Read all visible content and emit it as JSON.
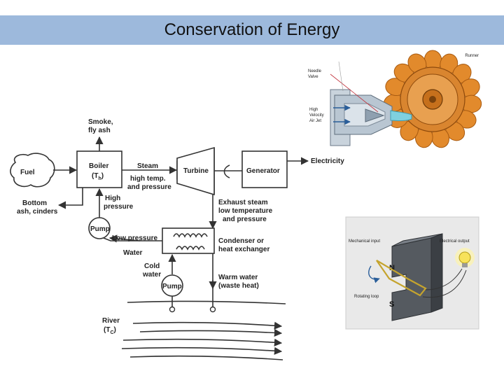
{
  "slide": {
    "title": "Conservation of Energy"
  },
  "plant": {
    "fuel": "Fuel",
    "smoke": [
      "Smoke,",
      "fly ash"
    ],
    "boiler": "Boiler",
    "boiler_th": "(T",
    "boiler_th_sub": "h",
    "boiler_th_close": ")",
    "steam": "Steam",
    "high_temp": [
      "high temp.",
      "and pressure"
    ],
    "turbine": "Turbine",
    "generator": "Generator",
    "electricity": "Electricity",
    "bottom_ash": [
      "Bottom",
      "ash, cinders"
    ],
    "high_pressure": [
      "High",
      "pressure"
    ],
    "pump": "Pump",
    "exhaust": [
      "Exhaust steam",
      "low temperature",
      "and pressure"
    ],
    "low_pressure": "Low pressure",
    "water": "Water",
    "condenser": [
      "Condenser or",
      "heat exchanger"
    ],
    "cold_water": [
      "Cold",
      "water"
    ],
    "warm_water": [
      "Warm water",
      "(waste heat)"
    ],
    "river": "River",
    "river_tc": "(T",
    "river_tc_sub": "C",
    "river_tc_close": ")"
  },
  "turbine_photo": {
    "runner": "Runner",
    "needle_valve": [
      "Needle",
      "Valve"
    ],
    "jet": [
      "High",
      "Velocity",
      "Air Jet"
    ]
  },
  "generator_photo": {
    "mechanical_input": "Mechanical input",
    "electrical_output": "Electrical output",
    "rotating_loop": "Rotating loop",
    "north": "N",
    "south": "S"
  }
}
